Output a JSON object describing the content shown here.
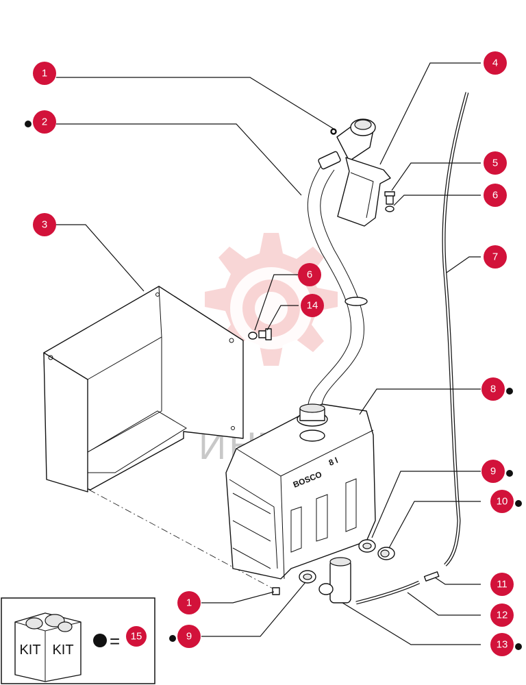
{
  "watermark": {
    "text": "ИНТЕХ"
  },
  "callouts": [
    {
      "id": "c1a",
      "label": "1",
      "kit": false
    },
    {
      "id": "c2",
      "label": "2",
      "kit": true
    },
    {
      "id": "c3",
      "label": "3",
      "kit": false
    },
    {
      "id": "c4",
      "label": "4",
      "kit": false
    },
    {
      "id": "c5",
      "label": "5",
      "kit": false
    },
    {
      "id": "c6a",
      "label": "6",
      "kit": false
    },
    {
      "id": "c7",
      "label": "7",
      "kit": false
    },
    {
      "id": "c6b",
      "label": "6",
      "kit": false
    },
    {
      "id": "c14",
      "label": "14",
      "kit": false
    },
    {
      "id": "c8",
      "label": "8",
      "kit": true
    },
    {
      "id": "c9a",
      "label": "9",
      "kit": true
    },
    {
      "id": "c10",
      "label": "10",
      "kit": true
    },
    {
      "id": "c11",
      "label": "11",
      "kit": false
    },
    {
      "id": "c1b",
      "label": "1",
      "kit": false
    },
    {
      "id": "c12",
      "label": "12",
      "kit": false
    },
    {
      "id": "c9b",
      "label": "9",
      "kit": true
    },
    {
      "id": "c13",
      "label": "13",
      "kit": true
    }
  ],
  "legend": {
    "kit_box_labels": [
      "KIT",
      "KIT"
    ],
    "equals": "=",
    "kit_callout": "15"
  },
  "tank_markings": {
    "brand": "BOSCO",
    "level": "8 l"
  },
  "colors": {
    "callout": "#d2123a",
    "watermark": "#f2b5b5"
  }
}
